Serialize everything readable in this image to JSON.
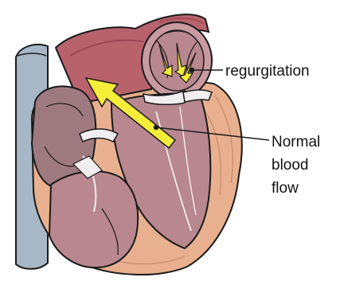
{
  "labels": {
    "regurgitation": "regurgitation",
    "normal_flow_lines": [
      "Normal",
      "blood",
      "flow"
    ]
  },
  "colors": {
    "outline": "#1a1a1a",
    "aorta": "#b8636c",
    "aorta_dark": "#9b4753",
    "vena_cava": "#a7b7c6",
    "muscle": "#e8b08f",
    "chamber": "#b8878f",
    "chamber_light": "#c99aa1",
    "valve": "#f1eef0",
    "arrow": "#f4ee3a"
  }
}
